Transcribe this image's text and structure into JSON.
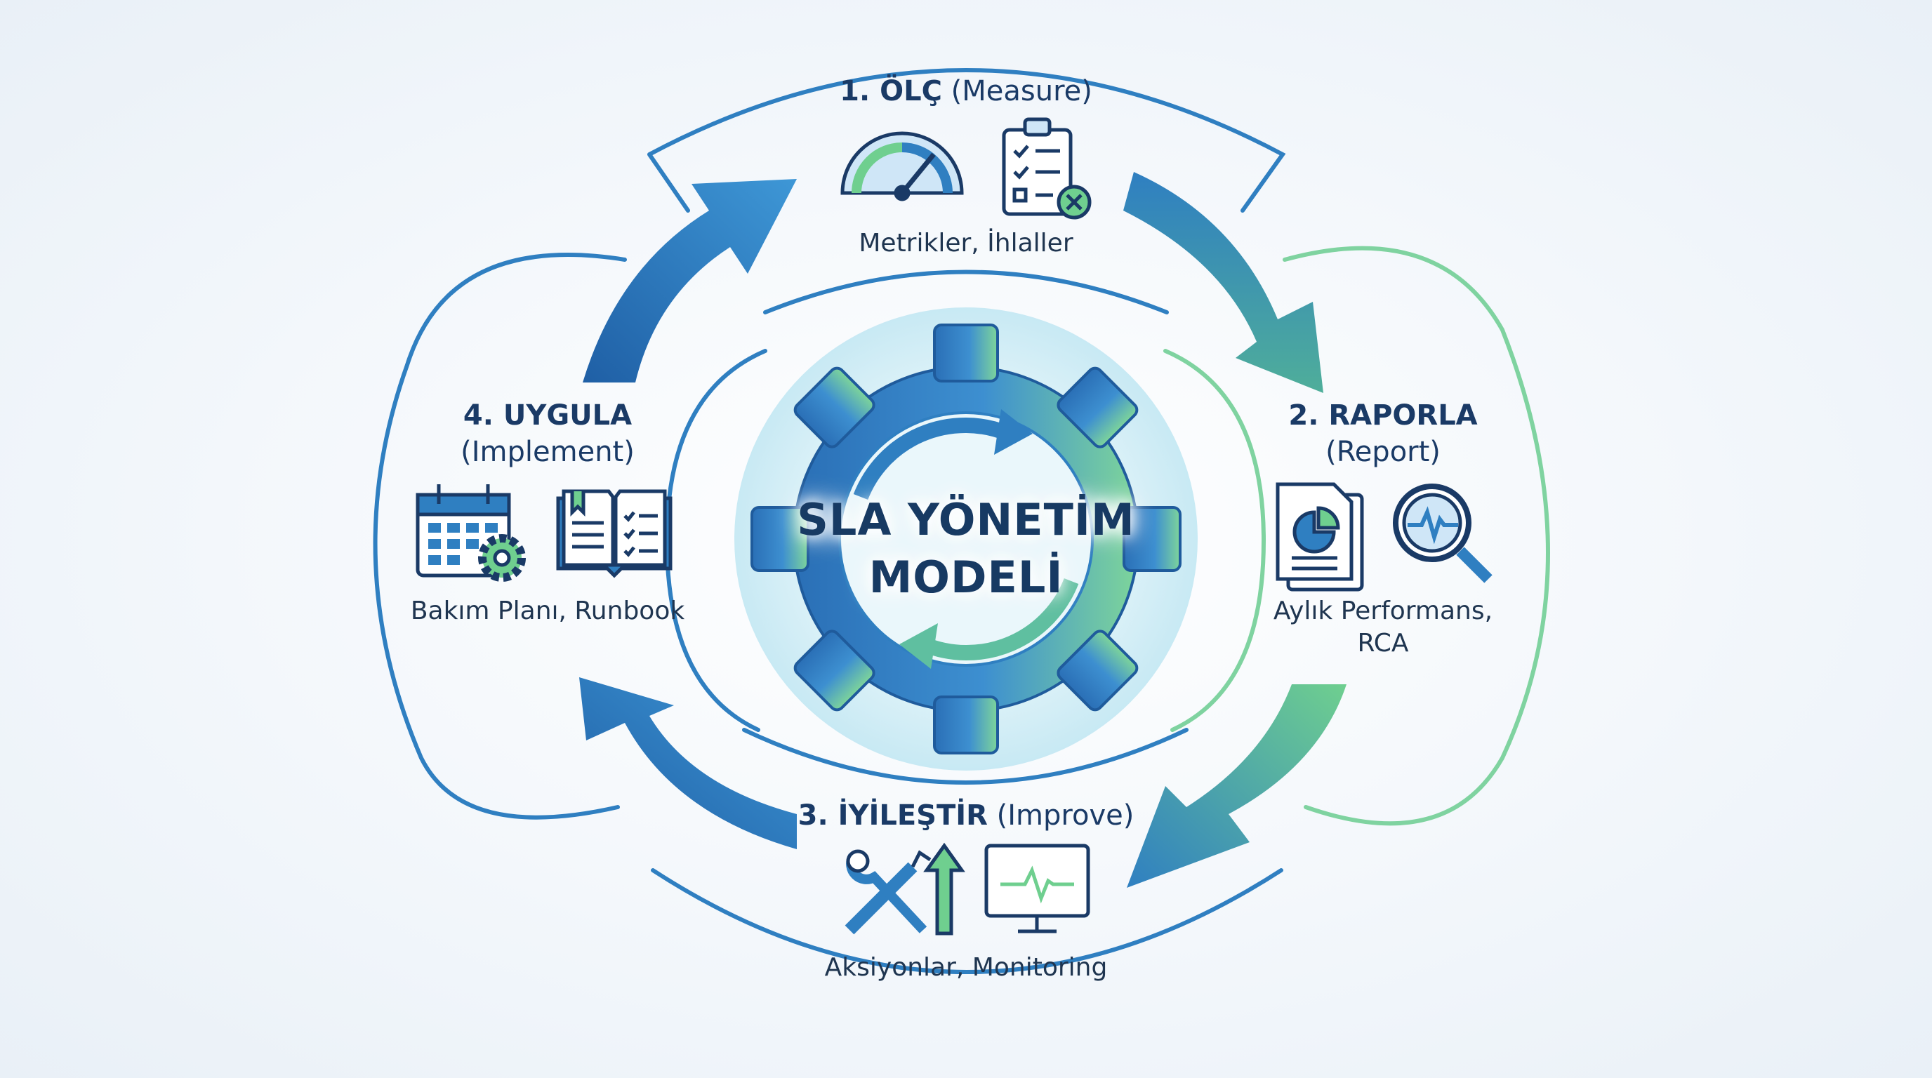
{
  "center": {
    "line1": "SLA YÖNETİM",
    "line2": "MODELİ"
  },
  "stages": {
    "measure": {
      "title": "1. ÖLÇ",
      "title_en": " (Measure)",
      "desc": "Metrikler, İhlaller"
    },
    "report": {
      "title": "2. RAPORLA",
      "title_en": "(Report)",
      "desc1": "Aylık Performans,",
      "desc2": "RCA"
    },
    "improve": {
      "title": "3. İYİLEŞTİR",
      "title_en": " (Improve)",
      "desc": "Aksiyonlar, Monitoring"
    },
    "implement": {
      "title": "4. UYGULA",
      "title_en": "(Implement)",
      "desc": "Bakım Planı, Runbook"
    }
  },
  "colors": {
    "navy": "#1a3a66",
    "blue": "#2f7fc1",
    "green": "#6fcf8f",
    "light_blue": "#cfe6f7"
  },
  "icons": [
    "gauge-icon",
    "checklist-icon",
    "report-document-icon",
    "magnifier-pulse-icon",
    "tools-icon",
    "up-arrow-icon",
    "monitor-icon",
    "calendar-gear-icon",
    "open-book-icon"
  ]
}
